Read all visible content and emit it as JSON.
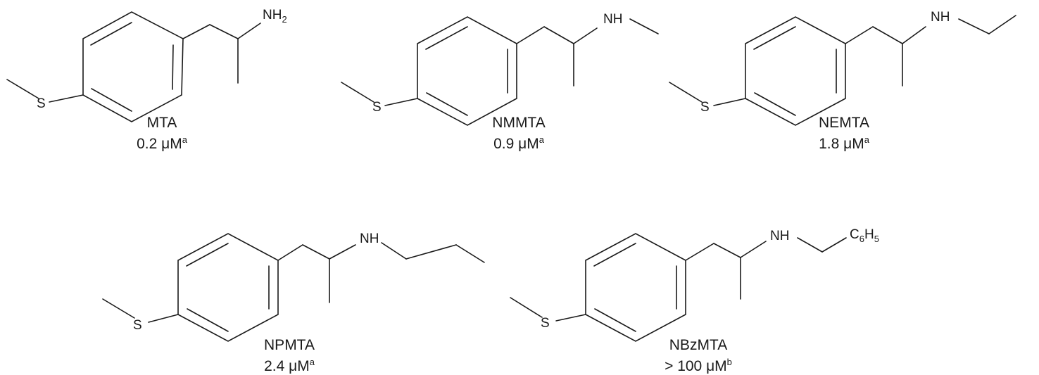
{
  "compounds": [
    {
      "id": "mta",
      "amine": {
        "main": "NH",
        "sub": "2"
      },
      "name": "MTA",
      "value": "0.2 μM",
      "note": "a"
    },
    {
      "id": "nmmta",
      "amine": {
        "main": "NH",
        "sub": ""
      },
      "name": "NMMTA",
      "value": "0.9 μM",
      "note": "a"
    },
    {
      "id": "nemta",
      "amine": {
        "main": "NH",
        "sub": ""
      },
      "name": "NEMTA",
      "value": "1.8 μM",
      "note": "a"
    },
    {
      "id": "npmta",
      "amine": {
        "main": "NH",
        "sub": ""
      },
      "name": "NPMTA",
      "value": "2.4 μM",
      "note": "a"
    },
    {
      "id": "nbzmta",
      "amine": {
        "main": "NH",
        "sub": ""
      },
      "name": "NBzMTA",
      "value": "> 100 μM",
      "note": "b",
      "terminal": {
        "c": "C",
        "c_sub": "6",
        "h": "H",
        "h_sub": "5"
      }
    }
  ],
  "sulfur_label": "S"
}
